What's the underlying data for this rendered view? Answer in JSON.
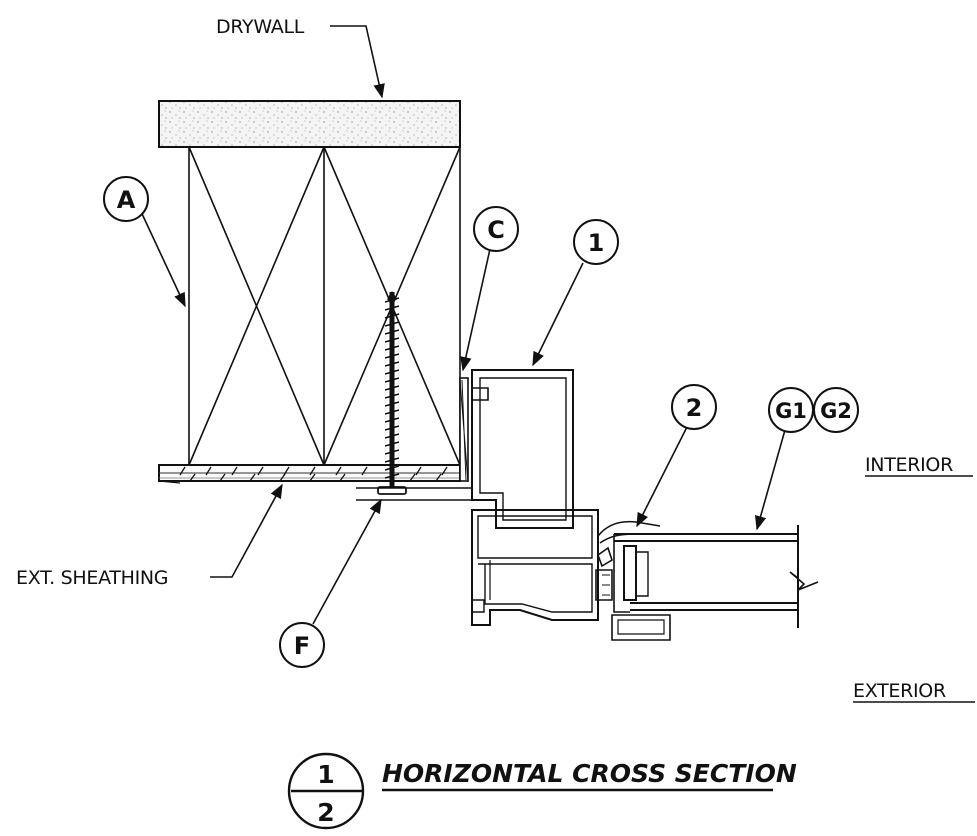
{
  "labels": {
    "drywall": "DRYWALL",
    "ext_sheathing": "EXT. SHEATHING",
    "interior": "INTERIOR",
    "exterior": "EXTERIOR"
  },
  "callouts": {
    "a": "A",
    "c": "C",
    "one": "1",
    "two": "2",
    "g1": "G1",
    "g2": "G2",
    "f": "F"
  },
  "title": {
    "text": "HORIZONTAL CROSS SECTION",
    "detail_number": "1",
    "sheet_number": "2"
  }
}
